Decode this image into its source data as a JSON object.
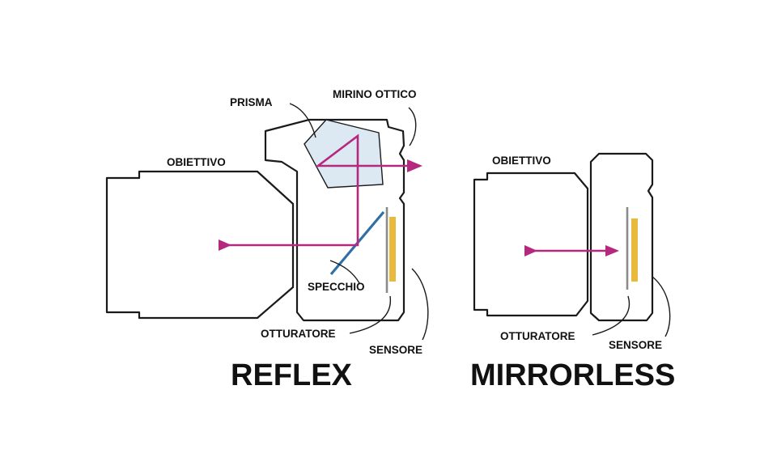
{
  "reflex": {
    "labels": {
      "prisma": "PRISMA",
      "mirino": "MIRINO OTTICO",
      "obiettivo": "OBIETTIVO",
      "specchio": "SPECCHIO",
      "otturatore": "OTTURATORE",
      "sensore": "SENSORE"
    },
    "title": "REFLEX"
  },
  "mirrorless": {
    "labels": {
      "obiettivo": "OBIETTIVO",
      "otturatore": "OTTURATORE",
      "sensore": "SENSORE"
    },
    "title": "MIRRORLESS"
  },
  "colors": {
    "ray": "#b5287f",
    "prism": "#dde9f2",
    "mirror": "#2f6fa6",
    "sensor": "#e8b93c",
    "outline": "#1a1a1a"
  }
}
